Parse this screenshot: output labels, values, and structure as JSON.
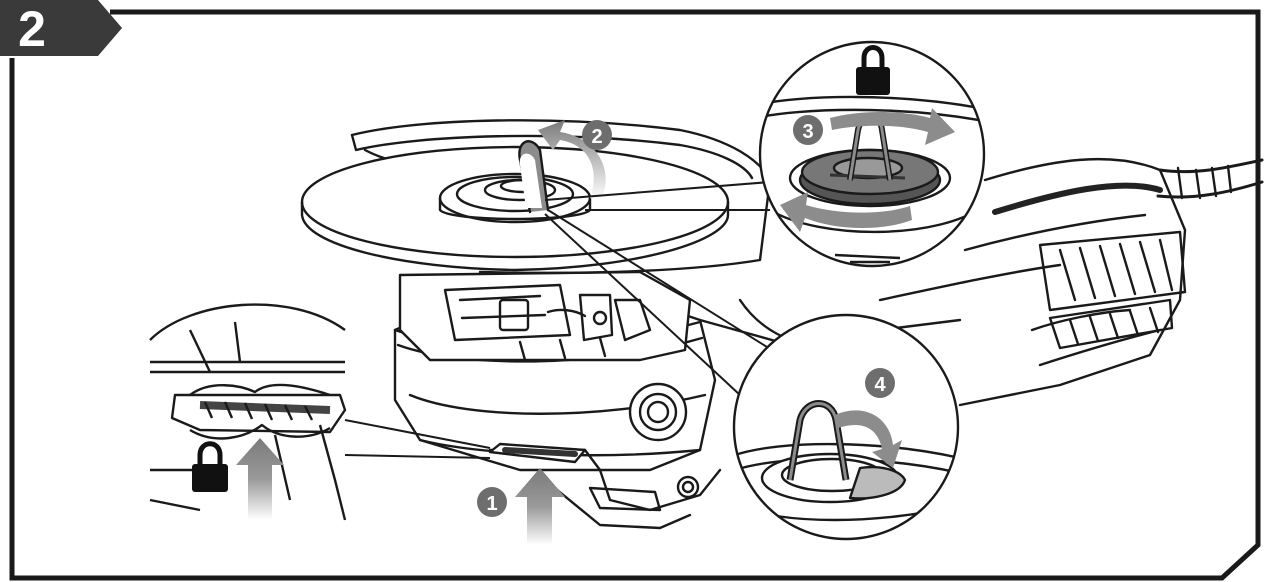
{
  "figure": {
    "panel_number": "2",
    "steps": [
      {
        "number": "1"
      },
      {
        "number": "2"
      },
      {
        "number": "3"
      },
      {
        "number": "4"
      }
    ],
    "icons": [
      "lock-icon",
      "up-arrow-icon",
      "curved-arrow-icon",
      "rotate-arrows-icon"
    ],
    "colors": {
      "line": "#1a1a1a",
      "badge": "#3a3a3a",
      "step_circle": "#6e6e6e",
      "arrow_gray": "#8a8a8a",
      "background": "#ffffff"
    }
  }
}
